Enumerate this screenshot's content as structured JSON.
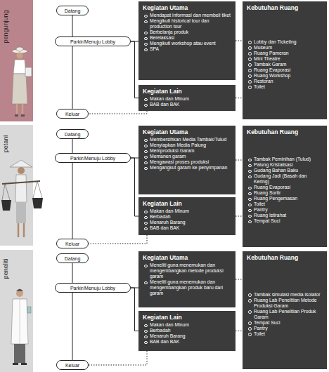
{
  "diagram": {
    "nodes": [
      {
        "text": [
          "Datang"
        ]
      },
      {
        "text": [
          "Parkir/Menuju Lobby"
        ]
      },
      {
        "text": [
          "Kegiatan Utama",
          "Mendapat informasi dan membeli tiket",
          "Mengikuti historical tour dan production tour",
          "Berbelanja produk",
          "Berelaksasi",
          "Mengikuti workshop atau event",
          "SPA"
        ]
      },
      {
        "text": [
          "Kegiatan Lain",
          "Makan dan Minum",
          "BAB dan BAK"
        ]
      },
      {
        "text": [
          "Kebutuhan Ruang",
          "Lobby dan Ticketing",
          "Museum",
          "Ruang Pameran",
          "Mini Theatre",
          "Tambak Garam",
          "Ruang Evaporasi",
          "Ruang Workshop",
          "Restoran",
          "Toilet"
        ]
      },
      {
        "text": [
          "Keluar"
        ]
      },
      {
        "text": [
          "Datang"
        ]
      },
      {
        "text": [
          "Parkir/Menuju Lobby"
        ]
      },
      {
        "text": [
          "Kegiatan Utama",
          "Membersihkan Media Tambak/Tulud",
          "Menyiapkan Media Palung",
          "Memproduksi Garam",
          "Memanen garam",
          "Mengawasi proses produksi",
          "Mengangkut garam ke penyimpanan"
        ]
      },
      {
        "text": [
          "Kegiatan Lain",
          "Makan dan Minum",
          "Berbadah",
          "Menaruh Barang",
          "BAB dan BAK"
        ]
      },
      {
        "text": [
          "Kebutuhan Ruang",
          "Tambak Peminihan (Tulud)",
          "Palung Kristalisasi",
          "Gudang Bahan Baku",
          "Gudang Jadi (Basah dan Kering)",
          "Ruang Evaporasi",
          "Ruang Sortir",
          "Ruang Pengemasan",
          "Toilet",
          "Pantry",
          "Ruang Istirahat",
          "Tempat Suci"
        ]
      },
      {
        "text": [
          "Keluar"
        ]
      },
      {
        "text": [
          "Datang"
        ]
      },
      {
        "text": [
          "Parkir/Menuju Lobby"
        ]
      },
      {
        "text": [
          "Kegiatan Utama",
          "Meneliti guna menemukan dan mengembangkan metode produksi garam",
          "Meneliti guna menemukan dan mengembangkan produk baru dari garam"
        ]
      },
      {
        "text": [
          "Kegiatan Lain",
          "Makan dan Minum",
          "Berbadah",
          "Menaruh Barang",
          "BAB dan BAK"
        ]
      },
      {
        "text": [
          "Kebutuhan Ruang",
          "Tambak simulasi media isolator",
          "Ruang Lab Penelitian Metode Produksi Garam",
          "Ruang Lab Penelitian Produk Garam",
          "Tempat Suci",
          "Pantry",
          "Toilet"
        ]
      },
      {
        "text": [
          "Keluar"
        ]
      }
    ],
    "edges": [
      {
        "from": 0,
        "to": 1,
        "arrow": "none"
      },
      {
        "from": 1,
        "to": 5,
        "arrow": "none"
      },
      {
        "from": 1,
        "to": 2,
        "arrow": "none"
      },
      {
        "from": 1,
        "to": 3,
        "arrow": "none"
      },
      {
        "from": 2,
        "to": 4,
        "arrow": "none"
      },
      {
        "from": 3,
        "to": 4,
        "arrow": "none"
      },
      {
        "from": 3,
        "to": 5,
        "arrow": "none"
      },
      {
        "from": 6,
        "to": 7,
        "arrow": "none"
      },
      {
        "from": 7,
        "to": 11,
        "arrow": "none"
      },
      {
        "from": 7,
        "to": 8,
        "arrow": "none"
      },
      {
        "from": 7,
        "to": 9,
        "arrow": "none"
      },
      {
        "from": 8,
        "to": 10,
        "arrow": "none"
      },
      {
        "from": 9,
        "to": 10,
        "arrow": "none"
      },
      {
        "from": 9,
        "to": 11,
        "arrow": "none"
      },
      {
        "from": 12,
        "to": 13,
        "arrow": "none"
      },
      {
        "from": 13,
        "to": 17,
        "arrow": "none"
      },
      {
        "from": 13,
        "to": 14,
        "arrow": "none"
      },
      {
        "from": 13,
        "to": 15,
        "arrow": "none"
      },
      {
        "from": 14,
        "to": 16,
        "arrow": "none"
      },
      {
        "from": 15,
        "to": 16,
        "arrow": "none"
      },
      {
        "from": 15,
        "to": 17,
        "arrow": "none"
      }
    ],
    "labels": [
      "pengunjung",
      "petani",
      "peneliti"
    ]
  }
}
